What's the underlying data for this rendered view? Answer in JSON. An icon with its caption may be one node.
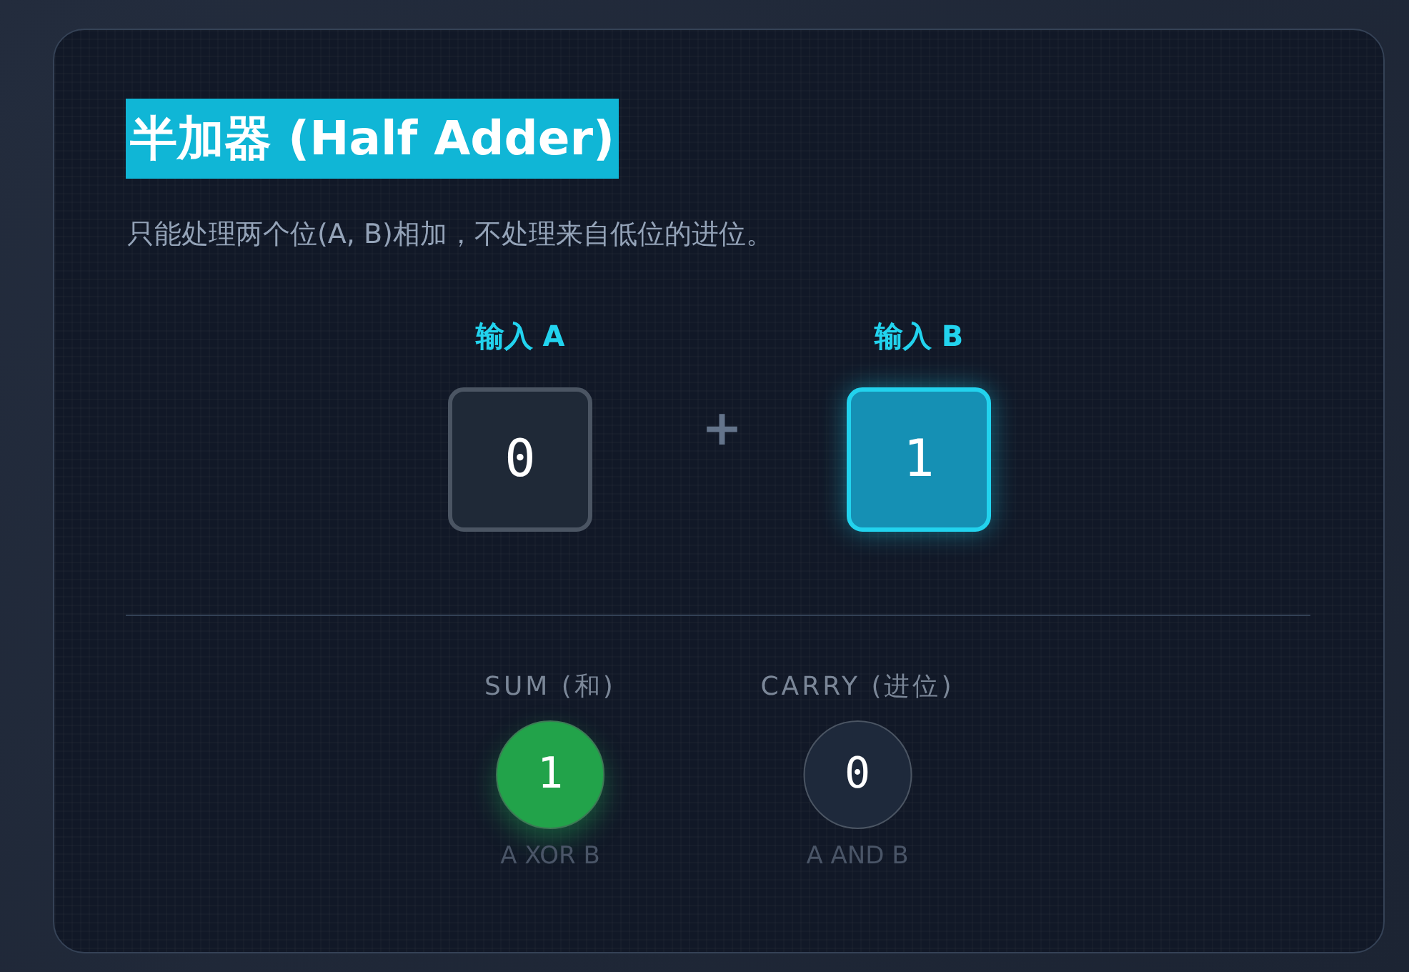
{
  "diagram": {
    "title": "半加器 (Half Adder)",
    "nodes": [
      {
        "text": [
          "输入 A",
          "0"
        ]
      },
      {
        "text": [
          "输入 B",
          "1"
        ]
      },
      {
        "text": [
          "SUM (和)",
          "1"
        ],
        "beside": [
          "A XOR B"
        ]
      },
      {
        "text": [
          "CARRY (进位)",
          "0"
        ],
        "beside": [
          "A AND B"
        ]
      }
    ],
    "labels": [
      "只能处理两个位(A, B)相加，不处理来自低位的进位。",
      "+"
    ]
  }
}
